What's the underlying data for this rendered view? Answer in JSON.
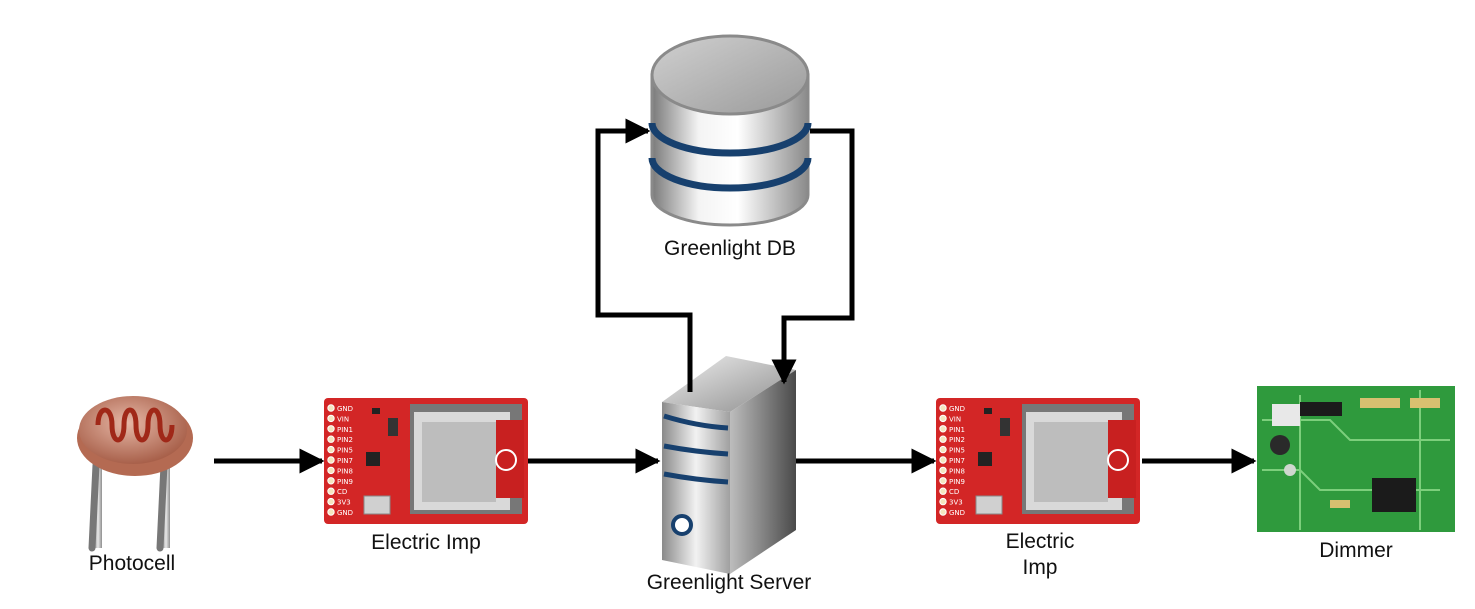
{
  "nodes": {
    "photocell": {
      "label": "Photocell"
    },
    "imp_in": {
      "label": "Electric Imp"
    },
    "server": {
      "label": "Greenlight Server"
    },
    "db": {
      "label": "Greenlight DB"
    },
    "imp_out": {
      "label_line1": "Electric",
      "label_line2": "Imp"
    },
    "dimmer": {
      "label": "Dimmer"
    }
  },
  "imp_pin_labels": [
    "GND",
    "VIN",
    "PIN1",
    "PIN2",
    "PIN5",
    "PIN7",
    "PIN8",
    "PIN9",
    "CD",
    "3V3",
    "GND"
  ],
  "colors": {
    "imp_board": "#d32626",
    "db_band": "#17406e",
    "server_band": "#17406e",
    "pcb": "#2f9a3d",
    "arrow": "#000000"
  }
}
